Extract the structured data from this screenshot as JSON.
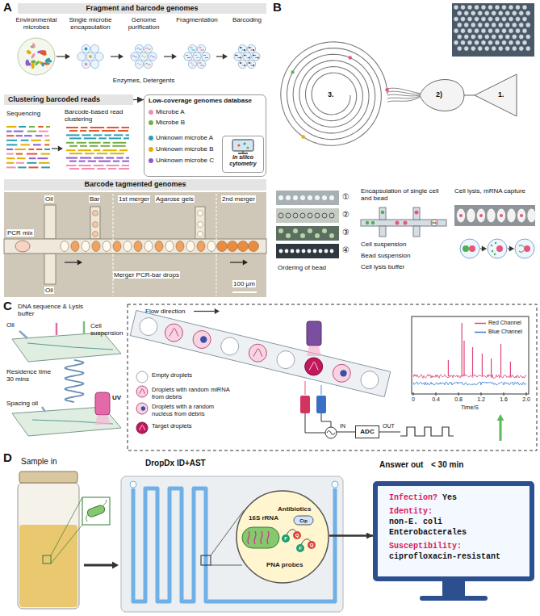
{
  "diagram": {
    "nodes": [
      {
        "text": [
          "Fragment and barcode genomes"
        ]
      },
      {
        "text": [
          "Clustering barcoded reads"
        ]
      },
      {
        "text": [
          "Low-coverage genomes database"
        ]
      },
      {
        "text": [
          "In silico cytometry"
        ],
        "in": 2
      },
      {
        "text": [
          "Barcode tagmented genomes"
        ]
      },
      {
        "text": [
          "ADC"
        ]
      },
      {
        "text": [
          "16S rRNA",
          "Antibiotics",
          "PNA probes"
        ]
      },
      {
        "text": [
          "Infection?",
          "Yes",
          "Identity:",
          "non-E. coli Enterobacterales",
          "Susceptibility:",
          "ciprofloxacin-resistant"
        ]
      }
    ],
    "edges": [
      {
        "from": 1,
        "to": 2,
        "arrow": "to"
      },
      {
        "from": 6,
        "to": 7,
        "arrow": "to"
      }
    ],
    "labels": [
      "A",
      "Environmental microbes",
      "Single microbe encapsulation",
      "Genome purification",
      "Fragmentation",
      "Barcoding",
      "Enzymes, Detergents",
      "Sequencing",
      "Barcode-based read clustering",
      "Microbe A",
      "Microbe B",
      "Unknown microbe A",
      "Unknown microbe B",
      "Unknown microbe C",
      "Oil",
      "PCR mix",
      "Bar",
      "Oil",
      "1st merger",
      "Agarose gels",
      "2nd merger",
      "Merger PCR-bar drops",
      "100 µm",
      "B",
      "3.",
      "2)",
      "1.",
      "①",
      "②",
      "③",
      "④",
      "Ordering of bead",
      "Encapsulation of single cell and bead",
      "Cell suspension",
      "Bead suspension",
      "Cell lysis buffer",
      "Cell lysis, mRNA capture",
      "C",
      "Oil",
      "DNA sequence & Lysis buffer",
      "Cell suspension",
      "Residence time 30 mins",
      "Spacing oil",
      "UV",
      "Flow direction",
      "0",
      "0.4",
      "0.8",
      "1.2",
      "1.6",
      "2.0",
      "Time/S",
      "IN",
      "OUT",
      "D",
      "Sample in",
      "DropDx ID+AST",
      "Cip",
      "F",
      "Q",
      "F",
      "Q",
      "Answer out",
      "< 30 min"
    ],
    "legend": [
      {
        "text": "Empty droplets"
      },
      {
        "text": "Droplets with random miRNA from debris"
      },
      {
        "text": "Droplets with a random nucleus from debris"
      },
      {
        "text": "Target droplets"
      },
      {
        "text": "Red Channel"
      },
      {
        "text": "Blue Channel"
      }
    ]
  }
}
